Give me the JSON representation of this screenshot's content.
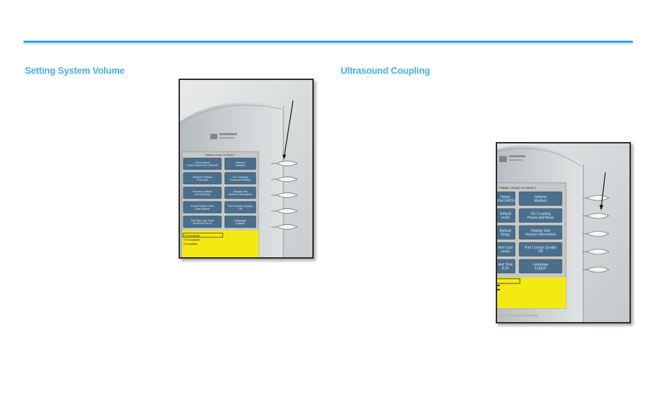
{
  "left": {
    "heading": "Setting System Volume",
    "device": {
      "title": "PMMax Version 3.0 Beta F",
      "buttons": [
        [
          "Clinic Name",
          "CHATTANOOGA GROUP"
        ],
        [
          "Volume",
          "Medium"
        ],
        [
          "Restore Default",
          "Protocols"
        ],
        [
          "US Coupling",
          "Pause and Beep"
        ],
        [
          "Restore Default",
          "Unit Settings"
        ],
        [
          "Display Unit",
          "Version Information"
        ],
        [
          "Erase Patient Card",
          "Data Stored"
        ],
        [
          "Pad Contact Quality",
          "Off"
        ],
        [
          "Set Date and Time",
          "6/15/2009  8:24"
        ],
        [
          "Language",
          "English"
        ]
      ],
      "status_lines": [
        "CH A   Available",
        "CH B   Available",
        "US      Available"
      ]
    }
  },
  "right": {
    "heading": "Ultrasound Coupling",
    "device": {
      "title": "PMMax Version 3.0 Beta F",
      "buttons": [
        [
          "Name",
          "OGA GROU"
        ],
        [
          "Volume",
          "Medium"
        ],
        [
          "Default",
          "ocols"
        ],
        [
          "US Coupling",
          "Pause and Beep"
        ],
        [
          "Default",
          "ttings"
        ],
        [
          "Display Unit",
          "Version Information"
        ],
        [
          "ient Card",
          "tored"
        ],
        [
          "Pad Contact Quality",
          "Off"
        ],
        [
          "and Time",
          "8:24"
        ],
        [
          "Language",
          "English"
        ]
      ],
      "status_lines": [
        "",
        "",
        ""
      ]
    }
  },
  "colors": {
    "accent": "#49aee0",
    "rule": "#2aa4df",
    "screen": "#c6c8c8",
    "button": "#4a6f8c",
    "status_panel": "#f3ea14"
  }
}
